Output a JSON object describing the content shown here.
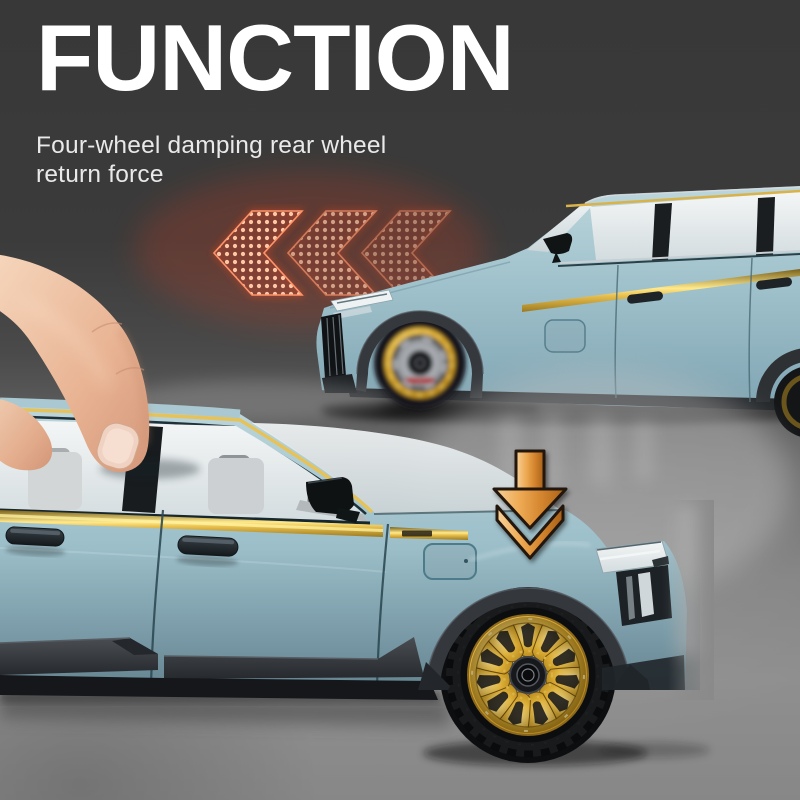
{
  "header": {
    "title": "FUNCTION",
    "subtitle_line1": "Four-wheel damping rear wheel",
    "subtitle_line2": "return force"
  },
  "colors": {
    "background_top": "#3a3a3a",
    "background_bottom": "#8d8d8d",
    "title": "#ffffff",
    "subtitle": "#e9e9e9",
    "car_paint_blue": "#9fc1cb",
    "gold_trim": "#e3bf55",
    "wheel_gold": "#d5a62e",
    "brake_caliper_red": "#c2202a",
    "tire_black": "#1a1b1d",
    "arrow_glow_orange": "#ff4a1a",
    "down_arrow_orange": "#d5862f"
  },
  "icons": {
    "left_arrows": "triple-dotted-chevron-arrows-left",
    "down_arrow": "double-chevron-down-arrow"
  }
}
